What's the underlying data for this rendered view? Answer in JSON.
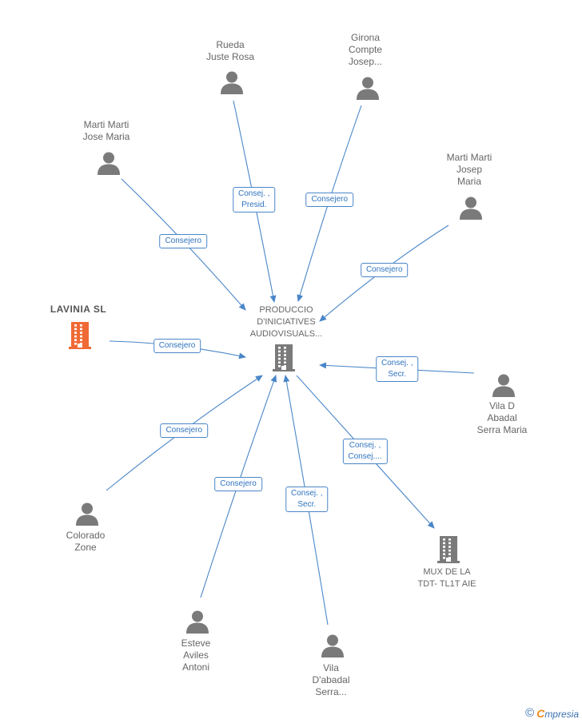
{
  "colors": {
    "edge": "#4a86c8",
    "person_icon": "#7a7a7a",
    "company_icon": "#7a7a7a",
    "highlight_company_icon": "#f06a35"
  },
  "nodes": [
    {
      "id": "center",
      "type": "company",
      "lines": [
        "PRODUCCIO",
        "D'INICIATIVES",
        "AUDIOVISUALS..."
      ]
    },
    {
      "id": "rueda",
      "type": "person",
      "lines": [
        "Rueda",
        "Juste Rosa"
      ]
    },
    {
      "id": "girona",
      "type": "person",
      "lines": [
        "Girona",
        "Compte",
        "Josep..."
      ]
    },
    {
      "id": "martijose",
      "type": "person",
      "lines": [
        "Marti Marti",
        "Jose Maria"
      ]
    },
    {
      "id": "martijosep",
      "type": "person",
      "lines": [
        "Marti Marti",
        "Josep",
        "Maria"
      ]
    },
    {
      "id": "lavinia",
      "type": "company-highlight",
      "lines": [
        "LAVINIA  SL"
      ]
    },
    {
      "id": "vila",
      "type": "person",
      "lines": [
        "Vila D",
        "Abadal",
        "Serra Maria"
      ]
    },
    {
      "id": "colorado",
      "type": "person",
      "lines": [
        "Colorado",
        "Zone"
      ]
    },
    {
      "id": "mux",
      "type": "company",
      "lines": [
        "MUX DE LA",
        "TDT- TL1T AIE"
      ]
    },
    {
      "id": "esteve",
      "type": "person",
      "lines": [
        "Esteve",
        "Aviles",
        "Antoni"
      ]
    },
    {
      "id": "vilad",
      "type": "person",
      "lines": [
        "Vila",
        "D'abadal",
        "Serra..."
      ]
    }
  ],
  "edges": [
    {
      "from": "rueda",
      "to": "center",
      "lines": [
        "Consej. ,",
        "Presid."
      ]
    },
    {
      "from": "girona",
      "to": "center",
      "lines": [
        "Consejero"
      ]
    },
    {
      "from": "martijose",
      "to": "center",
      "lines": [
        "Consejero"
      ]
    },
    {
      "from": "martijosep",
      "to": "center",
      "lines": [
        "Consejero"
      ]
    },
    {
      "from": "lavinia",
      "to": "center",
      "lines": [
        "Consejero"
      ]
    },
    {
      "from": "vila",
      "to": "center",
      "lines": [
        "Consej. ,",
        "Secr."
      ]
    },
    {
      "from": "colorado",
      "to": "center",
      "lines": [
        "Consejero"
      ]
    },
    {
      "from": "center",
      "to": "mux",
      "lines": [
        "Consej. ,",
        "Consej...."
      ]
    },
    {
      "from": "esteve",
      "to": "center",
      "lines": [
        "Consejero"
      ]
    },
    {
      "from": "vilad",
      "to": "center",
      "lines": [
        "Consej. ,",
        "Secr."
      ]
    }
  ],
  "footer": {
    "copyright": "©",
    "brand_initial": "C",
    "brand_rest": "mpresia"
  }
}
